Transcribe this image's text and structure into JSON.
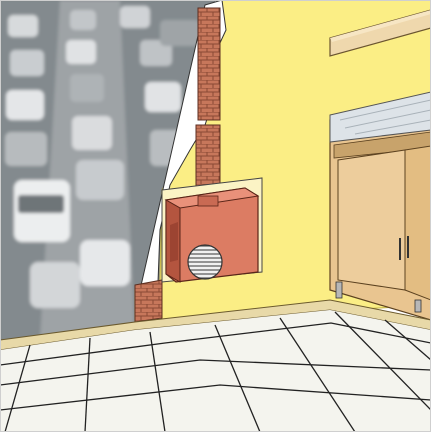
{
  "illustration": {
    "subject": "cutaway-wall-ventilation-unit",
    "colors": {
      "wall": "#fbee85",
      "wall_edge": "#e8d95c",
      "brick": "#c7775b",
      "brick_mortar": "#8a4a34",
      "unit_body": "#dc7c63",
      "unit_dark": "#b4553f",
      "grille": "#e8e8e8",
      "floor_tile": "#f4f4ee",
      "floor_line": "#222222",
      "skirting": "#e8d9a8",
      "cabinet": "#e9c590",
      "cabinet_frame": "#c8a36b",
      "counter_top": "#dde3e8",
      "shelf": "#efd8ad",
      "street_bg": "#7c8286"
    },
    "icons": [
      "car-traffic-photo",
      "brick-wall-section",
      "ventilation-unit",
      "round-grille",
      "cabinet-handle"
    ]
  }
}
